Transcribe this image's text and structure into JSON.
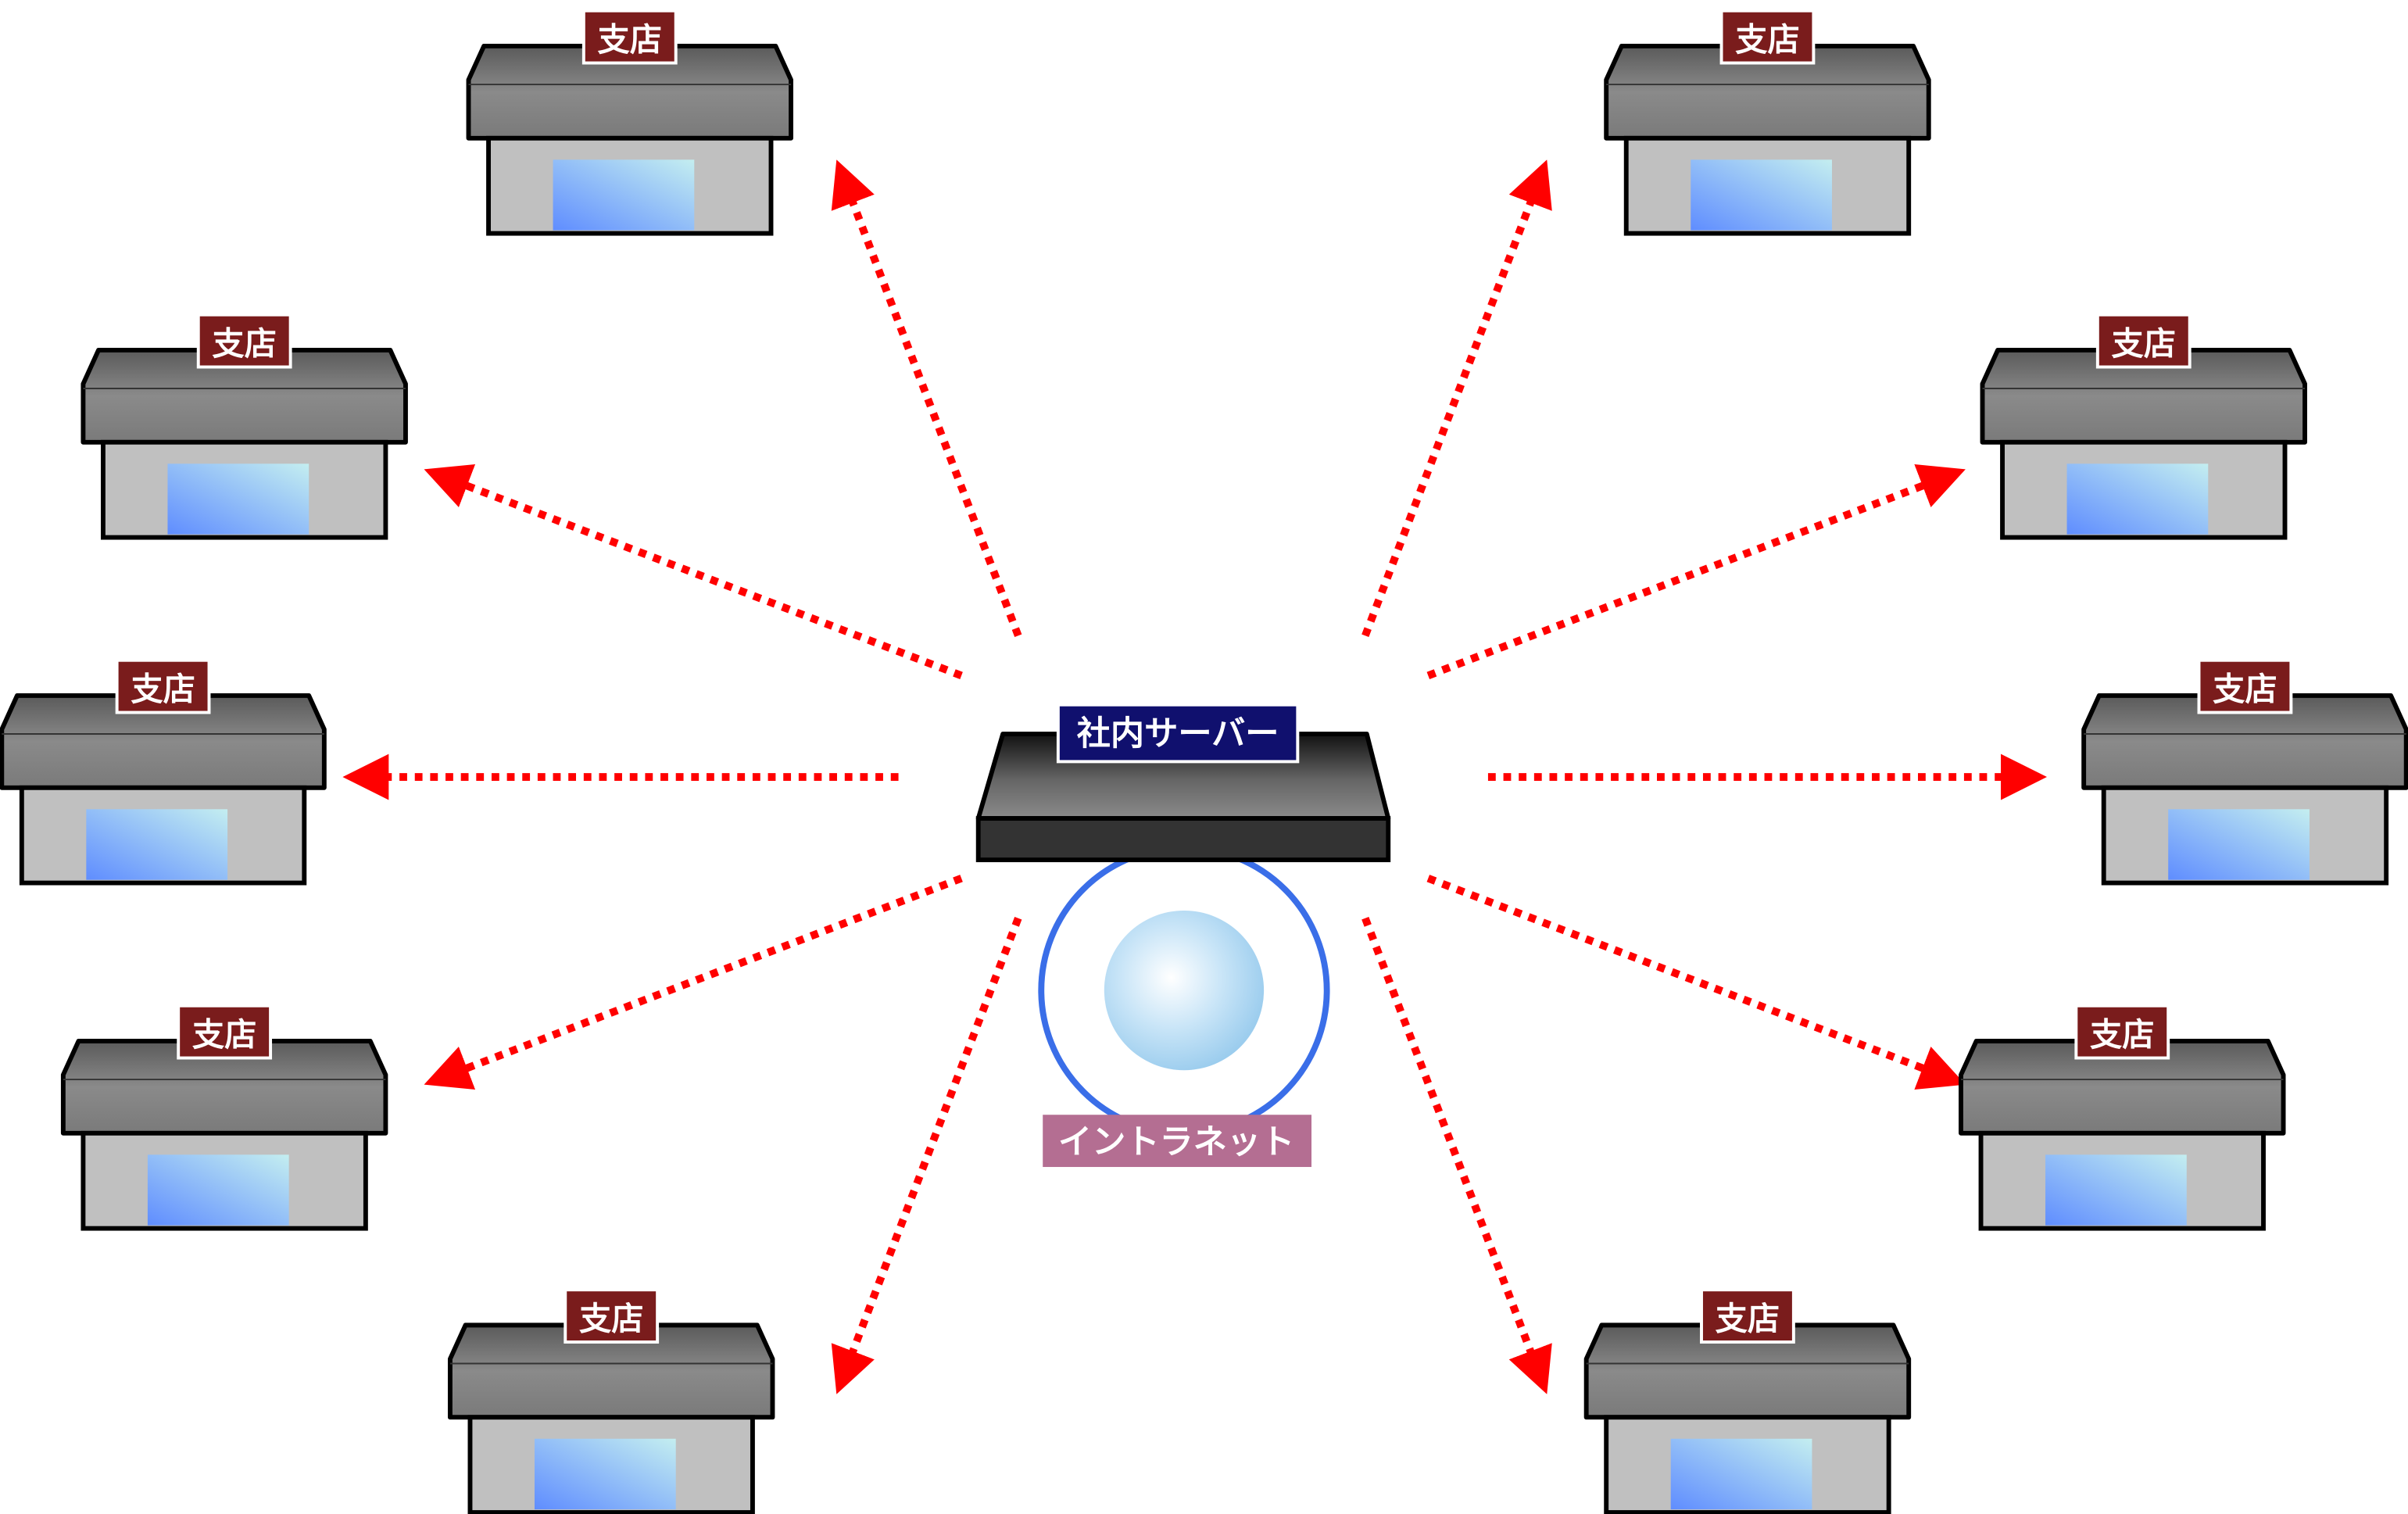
{
  "server": {
    "label": "社内サーバー",
    "label_bg": "#10106e"
  },
  "intranet": {
    "label": "イントラネット",
    "label_bg": "#b46e92",
    "ring_color": "#3a6ee8"
  },
  "branch_label": "支店",
  "branch_label_bg": "#7a1c1c",
  "arrow_color": "#ff0000",
  "branches": [
    {
      "id": "top-left",
      "label": "支店"
    },
    {
      "id": "upper-left",
      "label": "支店"
    },
    {
      "id": "middle-left",
      "label": "支店"
    },
    {
      "id": "lower-left",
      "label": "支店"
    },
    {
      "id": "bottom-left",
      "label": "支店"
    },
    {
      "id": "top-right",
      "label": "支店"
    },
    {
      "id": "upper-right",
      "label": "支店"
    },
    {
      "id": "middle-right",
      "label": "支店"
    },
    {
      "id": "lower-right",
      "label": "支店"
    },
    {
      "id": "bottom-right",
      "label": "支店"
    }
  ]
}
